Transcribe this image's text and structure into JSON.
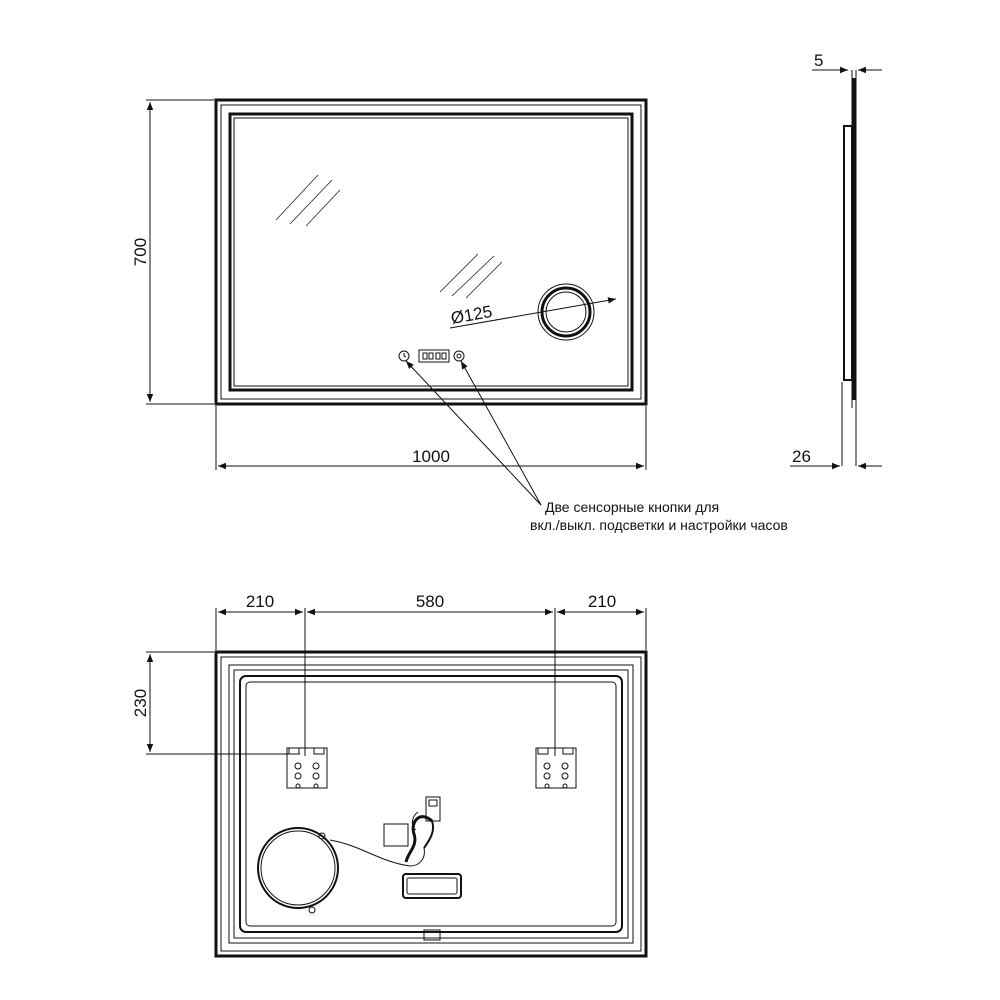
{
  "front_view": {
    "width_label": "1000",
    "height_label": "700",
    "magnifier_label": "Ø125"
  },
  "side_view": {
    "thickness_top_label": "5",
    "thickness_bottom_label": "26"
  },
  "touch_note": {
    "line1": "Две сенсорные кнопки для",
    "line2": "вкл./выкл. подсветки и настройки часов"
  },
  "rear_view": {
    "left_offset_label": "210",
    "center_span_label": "580",
    "right_offset_label": "210",
    "top_offset_label": "230"
  }
}
